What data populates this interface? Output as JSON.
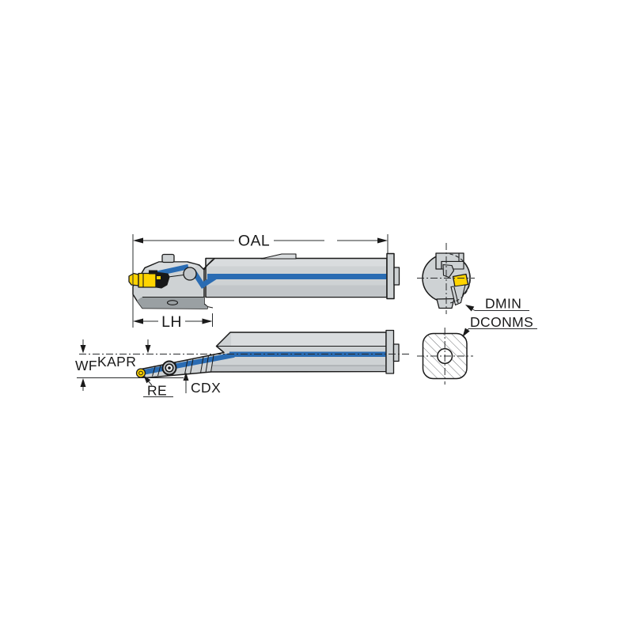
{
  "labels": {
    "oal": "OAL",
    "lh": "LH",
    "dmin": "DMIN",
    "dconms": "DCONMS",
    "wf": "WF",
    "kapr": "KAPR",
    "re": "RE",
    "cdx": "CDX"
  },
  "colors": {
    "body_gray": "#ced2d4",
    "body_gray_light": "#d9dcde",
    "body_gray_dark": "#c2c6c9",
    "shadow_gray": "#9aa0a3",
    "accent_blue": "#2a6cb3",
    "insert_yellow": "#ffd400",
    "line_black": "#1a1a1a",
    "centerline_gray": "#2a2c2e",
    "page_bg": "#ffffff"
  }
}
